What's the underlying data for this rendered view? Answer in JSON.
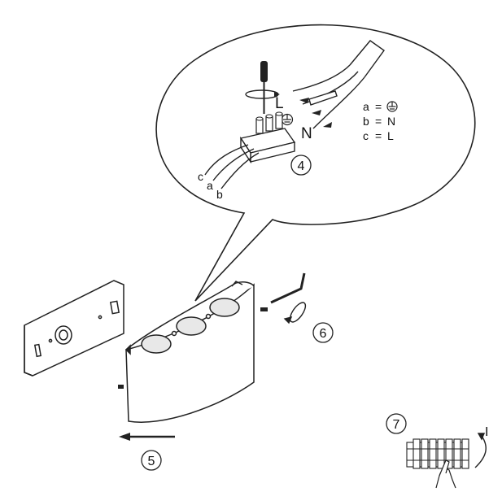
{
  "callout": {
    "wire_labels": {
      "c": "c",
      "a": "a",
      "b": "b"
    },
    "terminal_labels": {
      "live": "L",
      "neutral": "N"
    },
    "legend": [
      {
        "key": "a",
        "eq": "=",
        "value": "",
        "icon": "earth-ground-icon"
      },
      {
        "key": "b",
        "eq": "=",
        "value": "N"
      },
      {
        "key": "c",
        "eq": "=",
        "value": "L"
      }
    ]
  },
  "steps": {
    "four": "4",
    "five": "5",
    "six": "6",
    "seven": "7"
  },
  "direction_marks": {
    "rotation_label": "I"
  }
}
